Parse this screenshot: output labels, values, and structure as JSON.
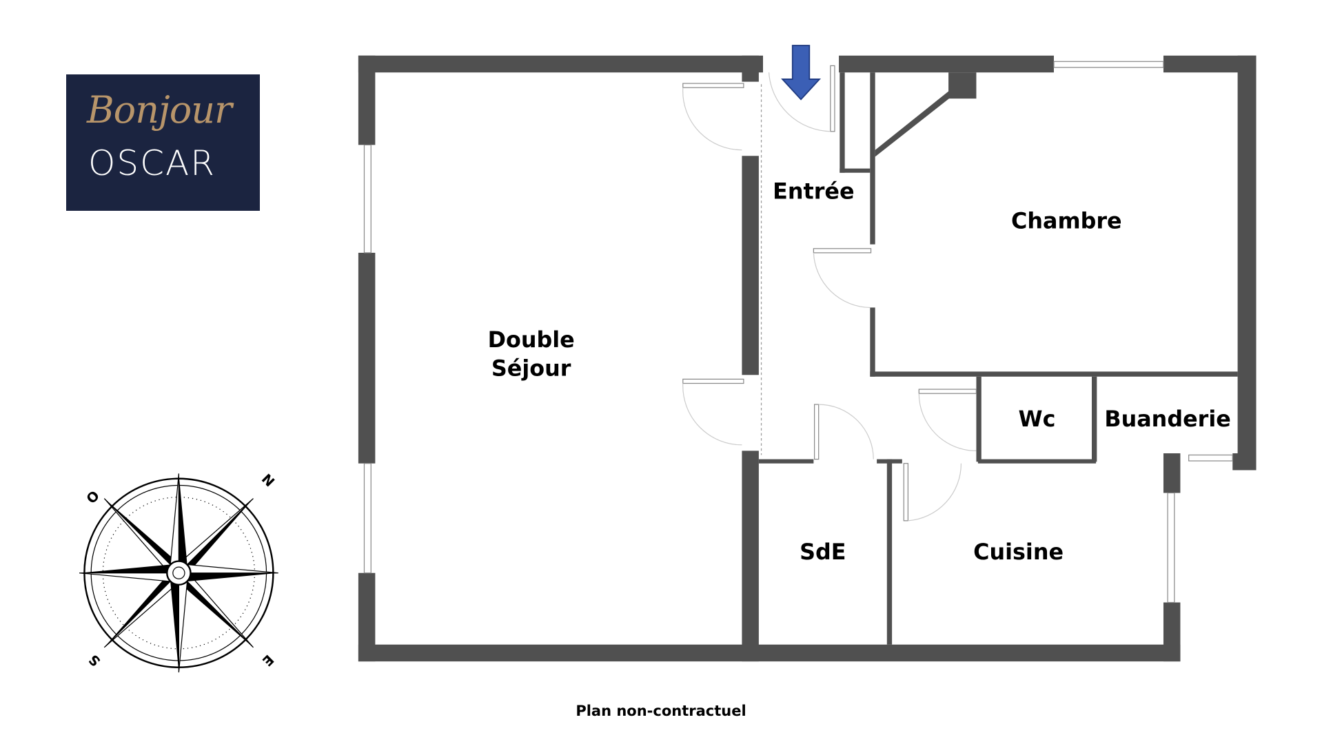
{
  "logo": {
    "script": "Bonjour",
    "wordmark": "OSCAR"
  },
  "rooms": {
    "sejour_line1": "Double",
    "sejour_line2": "Séjour",
    "entree": "Entrée",
    "chambre": "Chambre",
    "wc": "Wc",
    "buanderie": "Buanderie",
    "sde": "SdE",
    "cuisine": "Cuisine"
  },
  "compass": {
    "n": "N",
    "e": "E",
    "s": "S",
    "o": "O"
  },
  "entry_arrow_color": "#3b5fb5",
  "footer": "Plan non-contractuel"
}
